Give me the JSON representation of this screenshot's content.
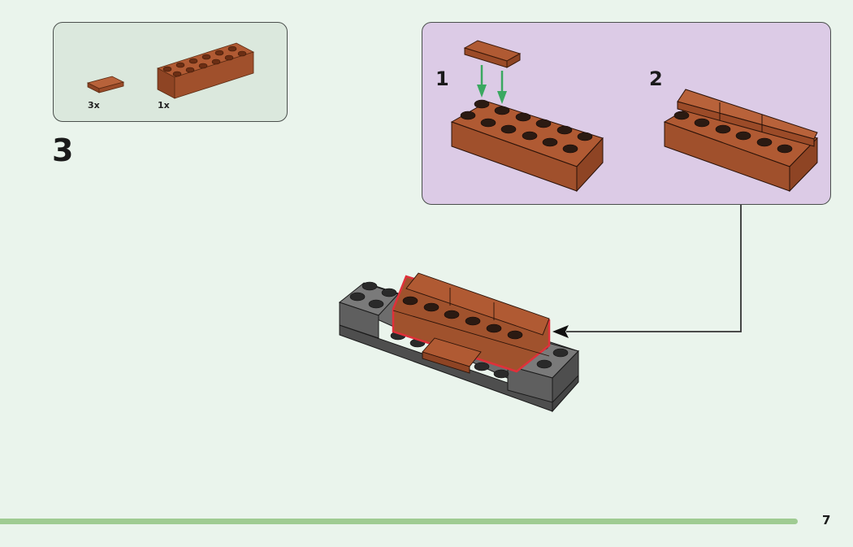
{
  "parts_list": {
    "items": [
      {
        "name": "brown-tile-1x2",
        "quantity": "3x"
      },
      {
        "name": "brown-brick-2x6",
        "quantity": "1x"
      }
    ]
  },
  "step_number": "3",
  "sub_steps": [
    {
      "number": "1"
    },
    {
      "number": "2"
    }
  ],
  "colors": {
    "background": "#eaf4ec",
    "parts_box": "#dbe8dd",
    "sub_step_box": "#dccbe6",
    "brick_brown": "#a0522d",
    "base_gray": "#666666",
    "arrow_green": "#3aa860",
    "highlight_red": "#e0303a",
    "progress": "#9fcb92"
  },
  "footer": {
    "page_number": "7",
    "progress_percent": 93.5
  }
}
